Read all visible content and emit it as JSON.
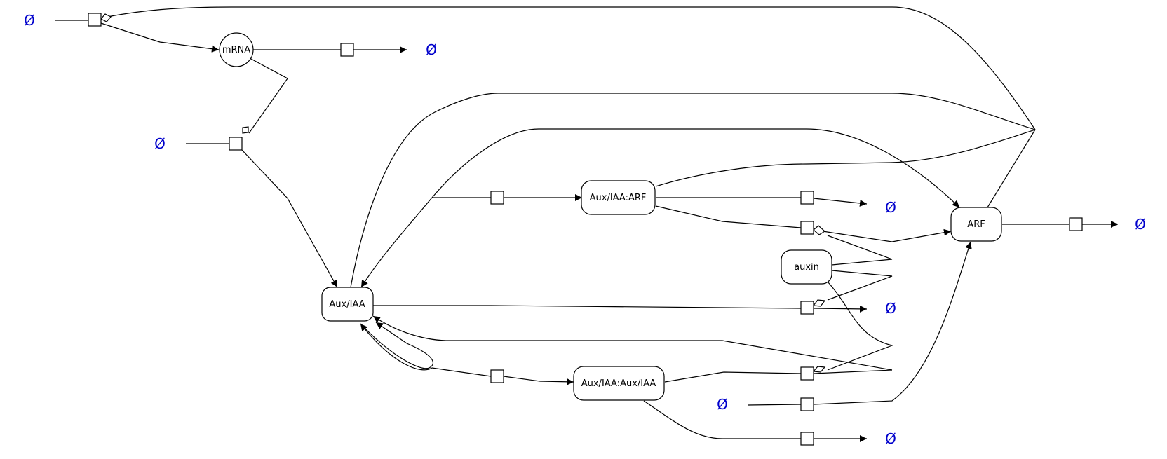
{
  "species": {
    "mrna": "mRNA",
    "aux_iaa": "Aux/IAA",
    "aux_iaa_arf": "Aux/IAA:ARF",
    "aux_iaa_aux_iaa": "Aux/IAA:Aux/IAA",
    "arf": "ARF",
    "auxin": "auxin"
  },
  "empty_set_symbol": "Ø",
  "colors": {
    "empty_set": "#0000cc",
    "stroke": "#000000"
  }
}
